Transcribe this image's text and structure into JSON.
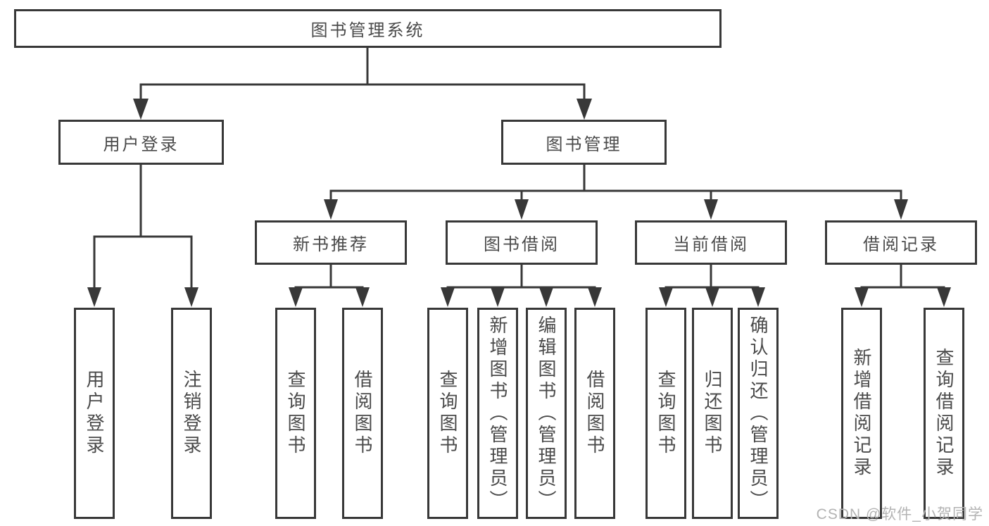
{
  "diagram": {
    "root": {
      "label": "图书管理系统"
    },
    "branches": [
      {
        "label": "用户登录",
        "children": [
          "用户登录",
          "注销登录"
        ]
      },
      {
        "label": "图书管理",
        "children": [
          {
            "label": "新书推荐",
            "children": [
              "查询图书",
              "借阅图书"
            ]
          },
          {
            "label": "图书借阅",
            "children": [
              "查询图书",
              "新增图书（管理员）",
              "编辑图书（管理员）",
              "借阅图书"
            ]
          },
          {
            "label": "当前借阅",
            "children": [
              "查询图书",
              "归还图书",
              "确认归还（管理员）"
            ]
          },
          {
            "label": "借阅记录",
            "children": [
              "新增借阅记录",
              "查询借阅记录"
            ]
          }
        ]
      }
    ]
  },
  "watermark": {
    "text": "CSDN @软件_小贺同学"
  },
  "colors": {
    "line": "#383838",
    "box_border": "#383838",
    "text": "#4a4a4a",
    "background": "#ffffff",
    "watermark": "#b3b3b3"
  }
}
